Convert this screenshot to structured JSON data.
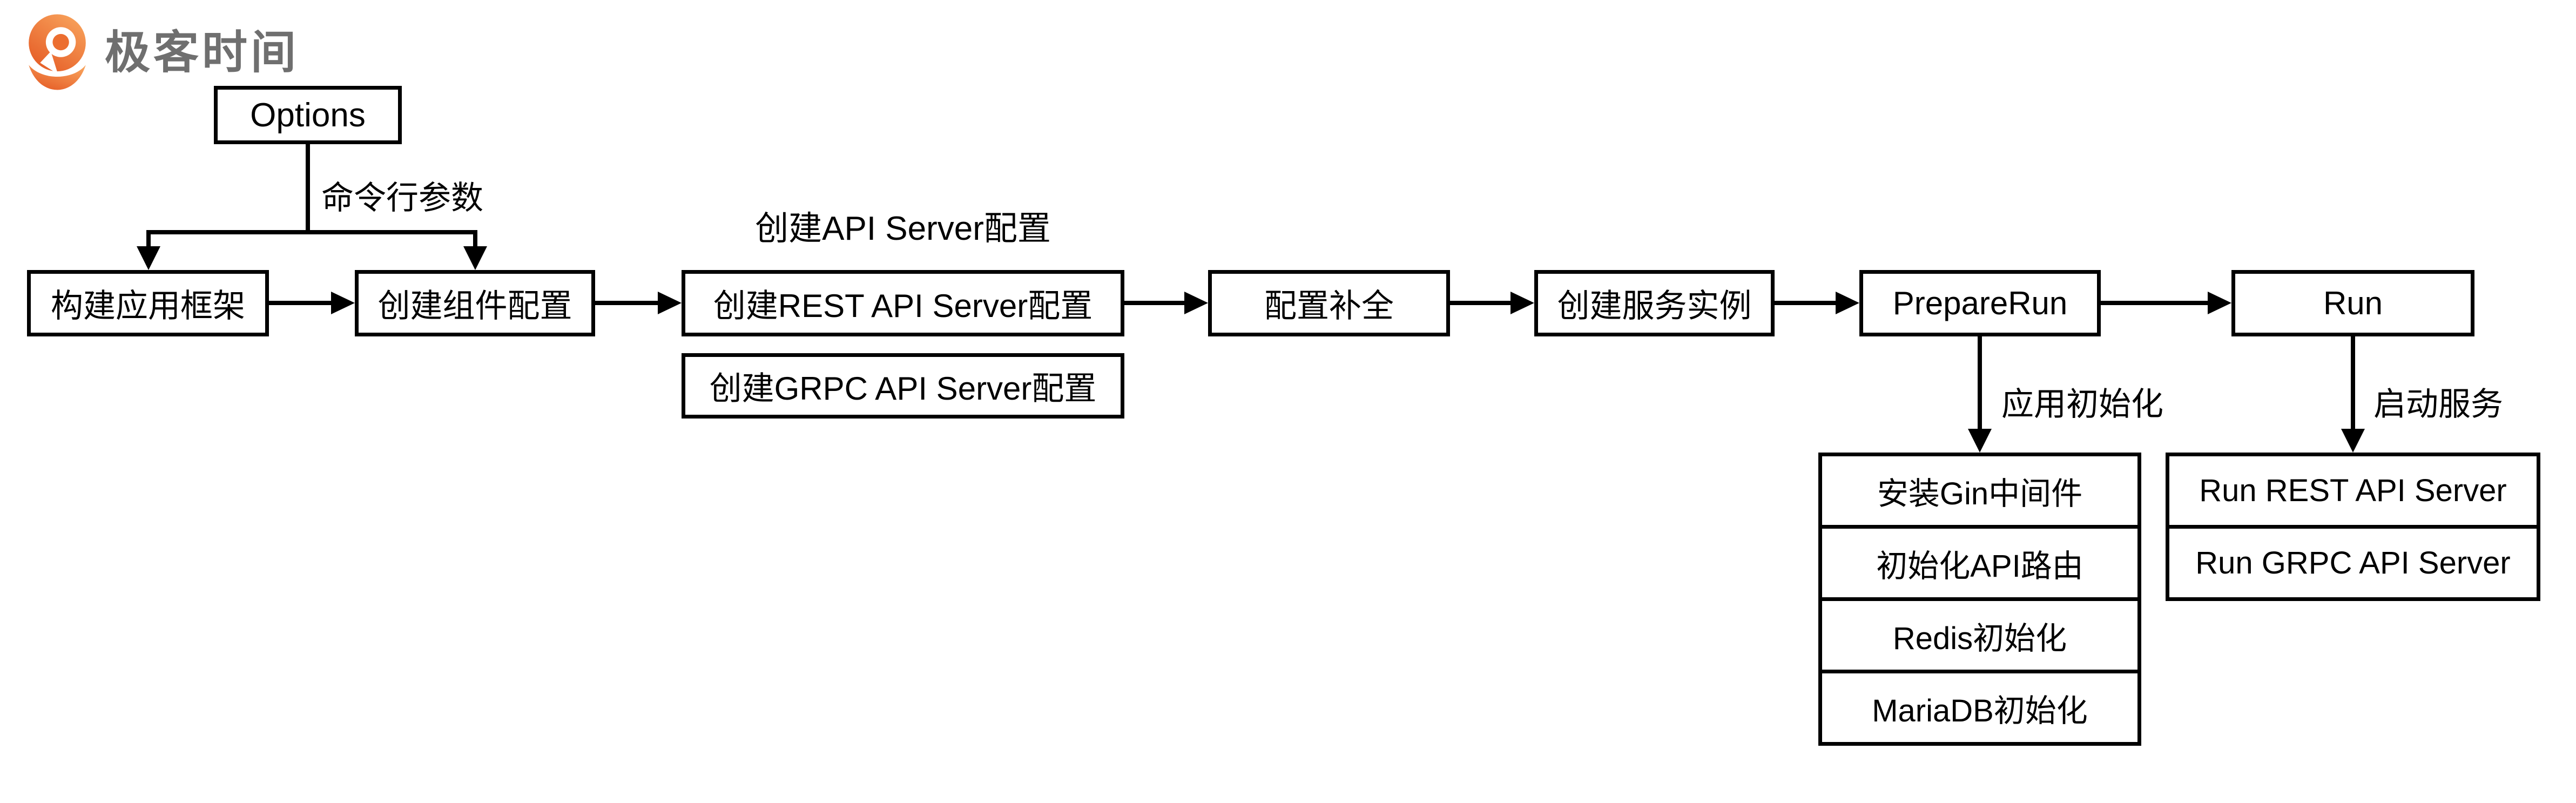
{
  "brand": {
    "name": "极客时间",
    "text_color": "#6f6f6f",
    "orange_light": "#F8A35C",
    "orange_dark": "#E55B25"
  },
  "diagram": {
    "options": {
      "label": "Options"
    },
    "labels": {
      "cmdline_args": "命令行参数",
      "create_api_server_config": "创建API Server配置",
      "app_init": "应用初始化",
      "start_service": "启动服务"
    },
    "flow": [
      {
        "label": "构建应用框架"
      },
      {
        "label": "创建组件配置"
      },
      {
        "label": "创建REST API Server配置"
      },
      {
        "label": "配置补全"
      },
      {
        "label": "创建服务实例"
      },
      {
        "label": "PrepareRun"
      },
      {
        "label": "Run"
      }
    ],
    "grpc_config_box": {
      "label": "创建GRPC API Server配置"
    },
    "app_init_steps": [
      "安装Gin中间件",
      "初始化API路由",
      "Redis初始化",
      "MariaDB初始化"
    ],
    "run_services": [
      "Run REST API Server",
      "Run GRPC API Server"
    ],
    "stroke_color": "#000000"
  }
}
